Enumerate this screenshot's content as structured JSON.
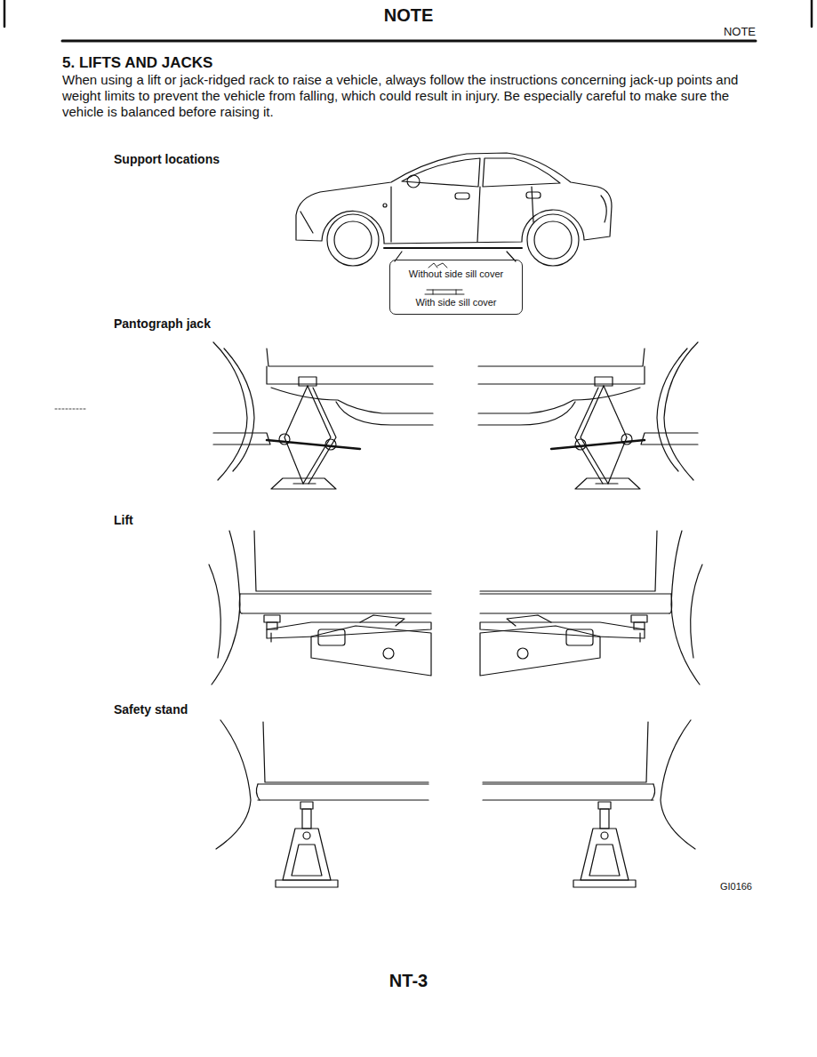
{
  "diagram": {
    "title": "NOTE",
    "nodes": [
      {
        "text": [
          "Without side sill cover",
          "With side sill cover"
        ]
      }
    ],
    "labels": [
      "NOTE",
      "5. LIFTS AND JACKS",
      "When using a lift or jack-ridged rack to raise a vehicle, always follow the instructions concerning jack-up points and weight limits to prevent the vehicle from falling, which could result in injury. Be especially careful to make sure the vehicle is balanced before raising it.",
      "Support locations",
      "Pantograph jack",
      "Lift",
      "Safety stand",
      "GI0166",
      "NT-3"
    ]
  }
}
